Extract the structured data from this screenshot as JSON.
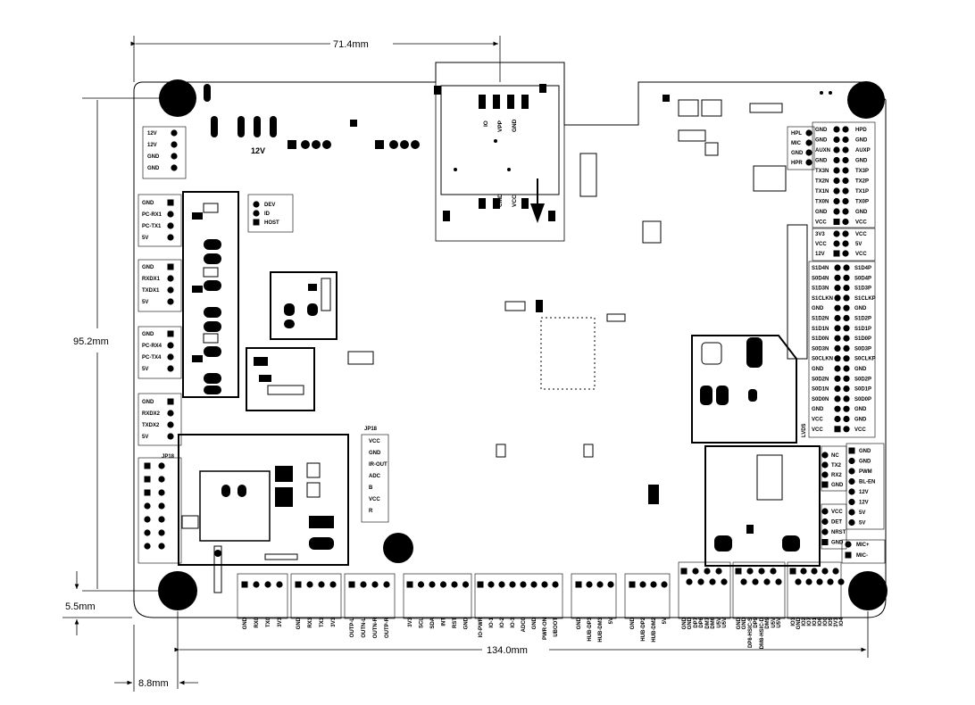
{
  "dimensions": {
    "width": "71.4mm",
    "height": "95.2mm",
    "offset_bottom": "5.5mm",
    "length": "134.0mm",
    "offset_left": "8.8mm"
  },
  "labels": {
    "power_12v": "12V",
    "jp18_left": "JP18",
    "jp18_mid": "JP18",
    "lvds": "LVDS",
    "sd_io": "IO",
    "sd_vpp": "VPP",
    "sd_gnd": "GND",
    "sd_cmd": "CMD",
    "sd_vcc": "VCC"
  },
  "pin_groups": {
    "power_left": [
      "12V",
      "12V",
      "GND",
      "GND"
    ],
    "uart_pc1": [
      "GND",
      "PC-RX1",
      "PC-TX1",
      "5V"
    ],
    "uart_1": [
      "GND",
      "RXDX1",
      "TXDX1",
      "5V"
    ],
    "uart_pc4": [
      "GND",
      "PC-RX4",
      "PC-TX4",
      "5V"
    ],
    "uart_2": [
      "GND",
      "RXDX2",
      "TXDX2",
      "5V"
    ],
    "usb_mode": [
      "DEV",
      "ID",
      "HOST"
    ],
    "jp18_mid_pins": [
      "VCC",
      "GND",
      "IR-OUT",
      "ADC",
      "B",
      "VCC",
      "R"
    ],
    "hdmi_small": [
      "HPL",
      "MIC",
      "GND",
      "HPR"
    ],
    "dp_left": [
      "GND",
      "GND",
      "AUXN",
      "GND",
      "TX3N",
      "TX2N",
      "TX1N",
      "TX0N",
      "GND",
      "VCC"
    ],
    "dp_right": [
      "HPD",
      "GND",
      "AUXP",
      "GND",
      "TX3P",
      "TX2P",
      "TX1P",
      "TX0P",
      "GND",
      "VCC"
    ],
    "pwr_left": [
      "3V3",
      "VCC",
      "12V"
    ],
    "pwr_right": [
      "VCC",
      "5V",
      "VCC"
    ],
    "lvds_left": [
      "S1D4N",
      "S0D4N",
      "S1D3N",
      "S1CLKN",
      "GND",
      "S1D2N",
      "S1D1N",
      "S1D0N",
      "S0D3N",
      "S0CLKN",
      "GND",
      "S0D2N",
      "S0D1N",
      "S0D0N",
      "GND",
      "VCC",
      "VCC"
    ],
    "lvds_right": [
      "S1D4P",
      "S0D4P",
      "S1D3P",
      "S1CLKP",
      "GND",
      "S1D2P",
      "S1D1P",
      "S1D0P",
      "S0D3P",
      "S0CLKP",
      "GND",
      "S0D2P",
      "S0D1P",
      "S0D0P",
      "GND",
      "GND",
      "VCC"
    ],
    "nc_group": [
      "NC",
      "TX2",
      "RX2",
      "GND"
    ],
    "bl_group": [
      "GND",
      "GND",
      "PWM",
      "BL-EN",
      "12V",
      "12V",
      "5V",
      "5V"
    ],
    "det_group": [
      "VCC",
      "DET",
      "NRST",
      "GND"
    ],
    "mic_group": [
      "MIC+",
      "MIC-"
    ],
    "bottom_uart0": [
      "GND",
      "RX0",
      "TX0",
      "3V3"
    ],
    "bottom_uart3": [
      "GND",
      "RX3",
      "TX3",
      "3V3"
    ],
    "bottom_audio": [
      "OUTP-L",
      "OUTN-L",
      "OUTN-R",
      "OUTP-R"
    ],
    "bottom_i2c": [
      "3V3",
      "SCL",
      "SDA",
      "INT",
      "RST",
      "GND"
    ],
    "bottom_io": [
      "IO-PWR",
      "IO-1",
      "IO-2",
      "IO-3",
      "ADC0",
      "GND",
      "PWR-ON",
      "UBOOT"
    ],
    "bottom_hub1": [
      "GND",
      "HUB-DP3",
      "HUB-DM3",
      "5V"
    ],
    "bottom_hub2": [
      "GND",
      "HUB-DP2",
      "HUB-DM2",
      "5V"
    ],
    "bottom_usb_a": [
      "GND",
      "DP7",
      "DM7",
      "U5V"
    ],
    "bottom_usb_b": [
      "GND",
      "DP6",
      "DM6",
      "U5V"
    ],
    "bottom_usb_c": [
      "GND",
      "DP8-HSIC-S",
      "DM8-HSIC-D",
      "U5V"
    ],
    "bottom_usb_d": [
      "GND",
      "DP9",
      "DM9",
      "U5V"
    ],
    "bottom_gpio_a": [
      "IO3",
      "IO2",
      "IO1",
      "IO0",
      "3V3"
    ],
    "bottom_gpio_b": [
      "GND",
      "IO7",
      "IO6",
      "IO5",
      "IO4"
    ]
  }
}
